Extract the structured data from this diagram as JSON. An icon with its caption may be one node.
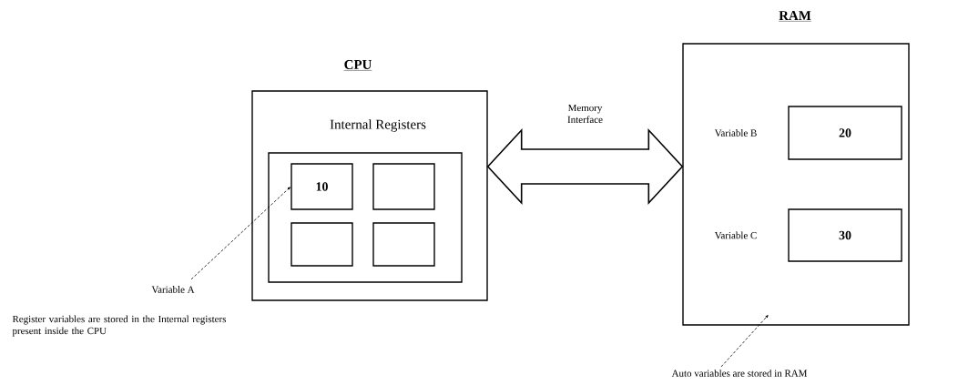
{
  "diagram": {
    "nodes": [
      {
        "text": [
          "CPU",
          "Internal Registers"
        ]
      },
      {
        "text": [],
        "shape": "box",
        "in": 0
      },
      {
        "text": [
          "10"
        ],
        "in": 1
      },
      {
        "text": [],
        "shape": "box",
        "in": 1
      },
      {
        "text": [],
        "shape": "box",
        "in": 1
      },
      {
        "text": [],
        "shape": "box",
        "in": 1
      },
      {
        "text": [
          "RAM"
        ]
      },
      {
        "text": [
          "20"
        ],
        "beside": [
          "Variable B"
        ],
        "in": 6
      },
      {
        "text": [
          "30"
        ],
        "beside": [
          "Variable C"
        ],
        "in": 6
      },
      {
        "text": [
          "Variable A"
        ]
      },
      {
        "text": [
          "Auto variables are stored in RAM"
        ]
      }
    ],
    "edges": [
      {
        "from": 0,
        "to": 6,
        "arrow": "both",
        "label": "Memory Interface",
        "style": "thick"
      },
      {
        "from": 9,
        "to": 2,
        "arrow": "to",
        "style": "dashed"
      },
      {
        "from": 10,
        "to": 6,
        "arrow": "to",
        "style": "dashed"
      }
    ],
    "labels": [
      "Register variables are stored in the Internal registers present inside the CPU"
    ]
  }
}
